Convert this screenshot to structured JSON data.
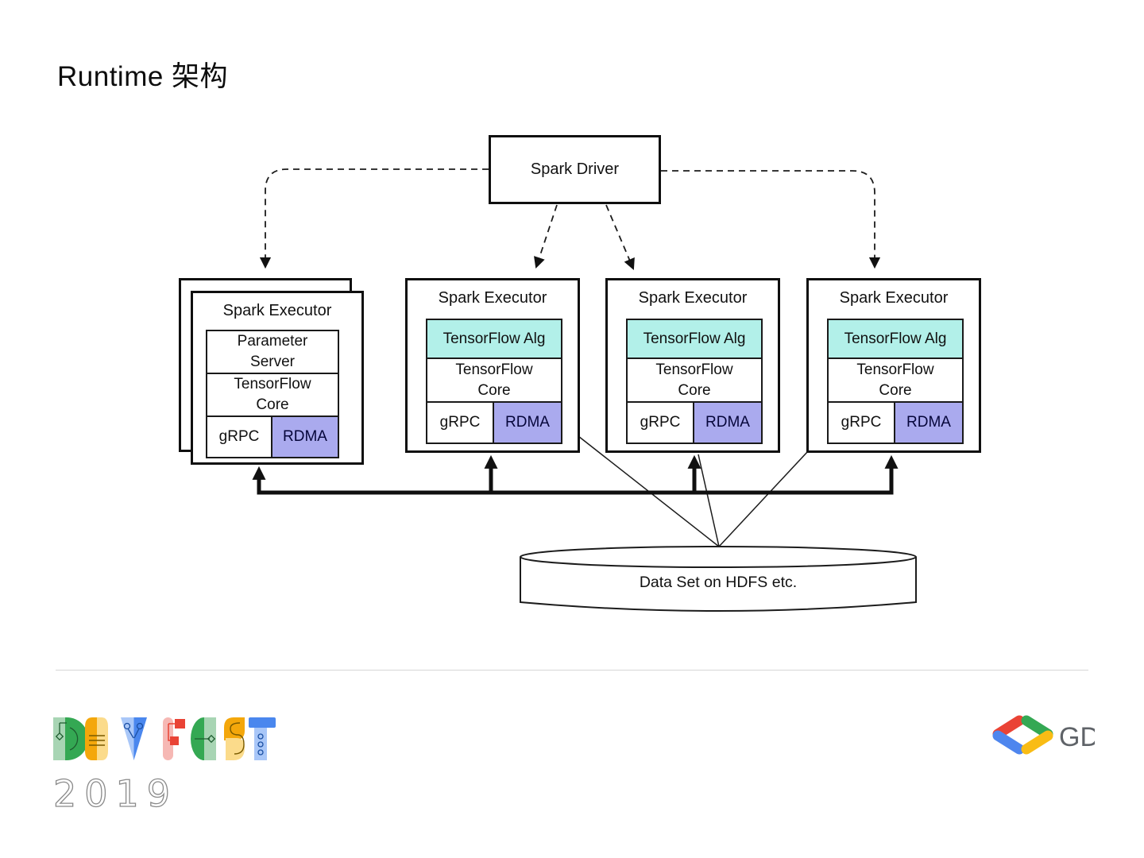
{
  "slide": {
    "title": "Runtime 架构"
  },
  "diagram": {
    "driver": {
      "label": "Spark Driver"
    },
    "executors": [
      {
        "title": "Spark Executor",
        "row1_line1": "Parameter",
        "row1_line2": "Server",
        "row2_line1": "TensorFlow",
        "row2_line2": "Core",
        "grpc": "gRPC",
        "rdma": "RDMA"
      },
      {
        "title": "Spark Executor",
        "row1": "TensorFlow Alg",
        "row2_line1": "TensorFlow",
        "row2_line2": "Core",
        "grpc": "gRPC",
        "rdma": "RDMA"
      },
      {
        "title": "Spark Executor",
        "row1": "TensorFlow Alg",
        "row2_line1": "TensorFlow",
        "row2_line2": "Core",
        "grpc": "gRPC",
        "rdma": "RDMA"
      },
      {
        "title": "Spark Executor",
        "row1": "TensorFlow Alg",
        "row2_line1": "TensorFlow",
        "row2_line2": "Core",
        "grpc": "gRPC",
        "rdma": "RDMA"
      }
    ],
    "datastore": {
      "label": "Data Set on HDFS etc."
    },
    "colors": {
      "rdma_fill": "#aaaaee",
      "tensorflow_alg_fill": "#b2f0e9",
      "box_border": "#0f0f0f"
    }
  },
  "footer": {
    "devfest": {
      "text": "DEVFEST",
      "year": "2019"
    },
    "gdg": {
      "label": "GDG",
      "colors": {
        "red": "#EA4335",
        "blue": "#4E86EE",
        "green": "#34A853",
        "yellow": "#F9BC15"
      }
    }
  }
}
